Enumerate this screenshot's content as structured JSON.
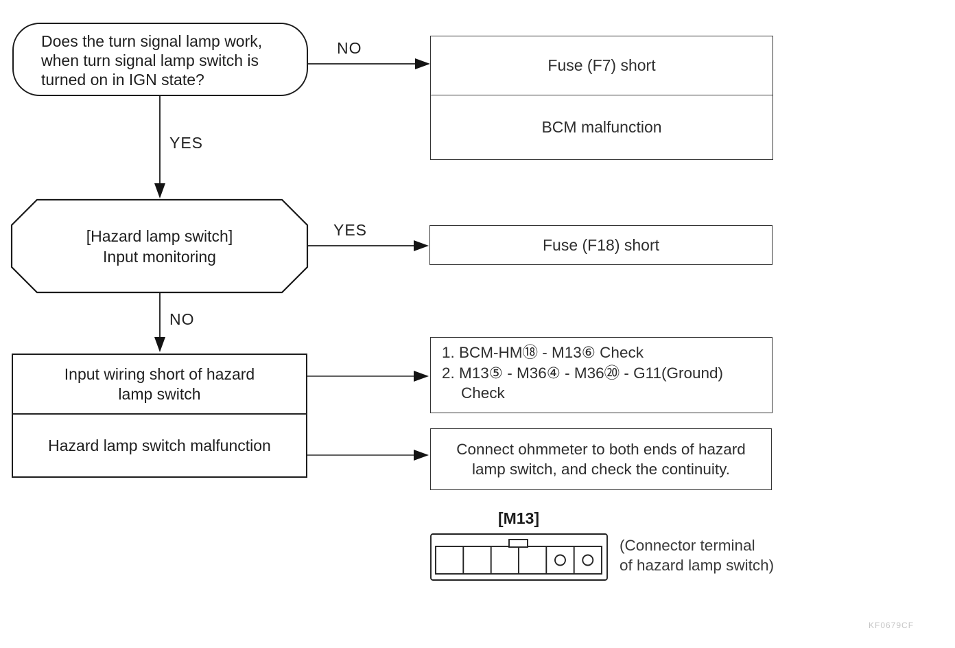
{
  "flow": {
    "question_box": {
      "lines": [
        "Does the turn signal lamp work,",
        "when turn signal lamp switch is",
        "turned on in IGN state?"
      ]
    },
    "edge_labels": {
      "no_right": "NO",
      "yes_down": "YES",
      "yes_right": "YES",
      "no_down": "NO"
    },
    "result_fuse_f7": {
      "rows": [
        "Fuse (F7) short",
        "BCM malfunction"
      ]
    },
    "hazard_monitor": {
      "lines": [
        "[Hazard lamp switch]",
        "Input monitoring"
      ]
    },
    "result_fuse_f18": {
      "label": "Fuse (F18) short"
    },
    "cause_box": {
      "row1_lines": [
        "Input wiring short of hazard",
        "lamp switch"
      ],
      "row2": "Hazard lamp switch malfunction"
    },
    "check_box": {
      "lines": [
        "1. BCM-HM⑱ - M13⑥ Check",
        "2. M13⑤ - M36④ - M36⑳ - G11(Ground)",
        "Check"
      ]
    },
    "ohmmeter_box": {
      "lines": [
        "Connect ohmmeter to both ends of hazard",
        "lamp switch, and check the continuity."
      ]
    },
    "connector": {
      "title": "[M13]",
      "caption_lines": [
        "(Connector terminal",
        "of hazard lamp switch)"
      ]
    },
    "watermark": "KF0679CF"
  }
}
